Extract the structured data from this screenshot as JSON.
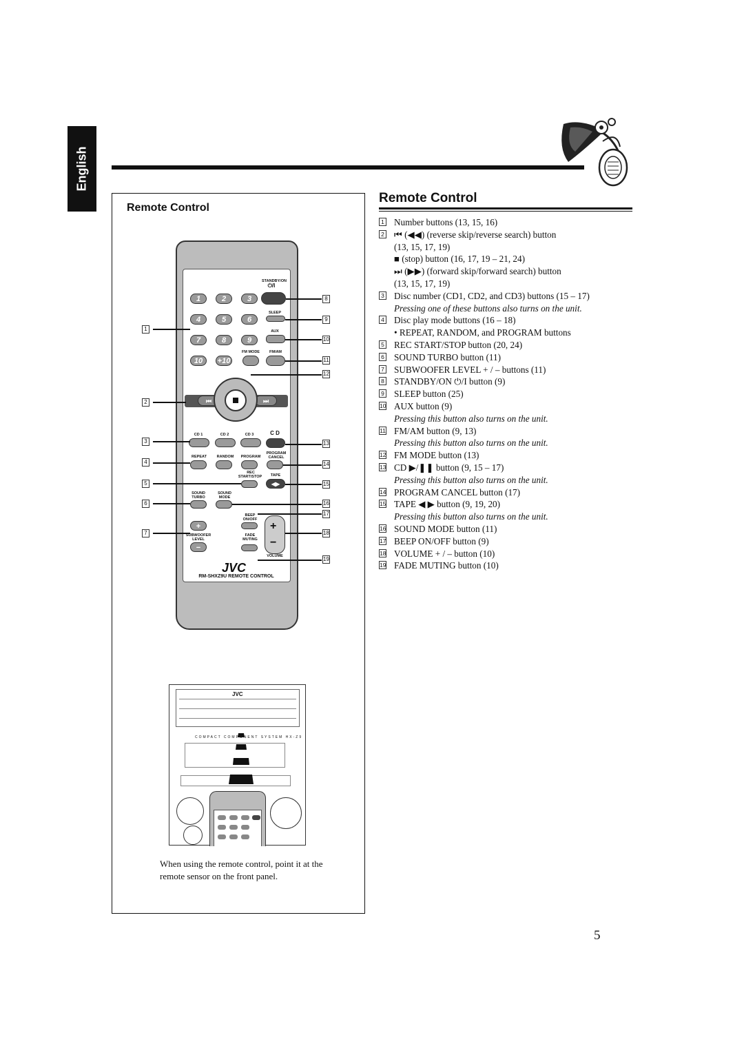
{
  "language_tab": "English",
  "left_panel": {
    "title": "Remote Control",
    "caption": "When using the remote control, point it at the remote sensor on the front panel."
  },
  "remote": {
    "standby_label": "STANDBY/ON",
    "standby_symbol": "⏻/I",
    "sleep_label": "SLEEP",
    "aux_label": "AUX",
    "fm_mode_label": "FM MODE",
    "fm_am_label": "FM/AM",
    "digits": [
      "1",
      "2",
      "3",
      "4",
      "5",
      "6",
      "7",
      "8",
      "9",
      "10",
      "+10"
    ],
    "cd1": "CD 1",
    "cd2": "CD 2",
    "cd3": "CD 3",
    "cd": "C D",
    "repeat": "REPEAT",
    "random": "RANDOM",
    "program": "PROGRAM",
    "program_cancel": "PROGRAM CANCEL",
    "rec": "REC",
    "start_stop": "START/STOP",
    "tape": "TAPE",
    "sound_turbo": "SOUND TURBO",
    "sound_mode": "SOUND MODE",
    "beep": "BEEP ON/OFF",
    "subwoofer_level": "SUBWOOFER LEVEL",
    "fade_muting": "FADE MUTING",
    "volume": "VOLUME",
    "brand": "JVC",
    "model": "RM-SHXZ9U REMOTE CONTROL",
    "callouts_left": [
      "1",
      "2",
      "3",
      "4",
      "5",
      "6",
      "7"
    ],
    "callouts_right": [
      "8",
      "9",
      "10",
      "11",
      "12",
      "13",
      "14",
      "15",
      "16",
      "17",
      "18",
      "19"
    ]
  },
  "unit": {
    "brand": "JVC",
    "system_text": "COMPACT COMPONENT SYSTEM HX-Z9"
  },
  "section": {
    "title": "Remote Control",
    "items": [
      {
        "num": "1",
        "text": "Number buttons (13, 15, 16)"
      },
      {
        "num": "2",
        "text": "⏮ (◀◀) (reverse skip/reverse search) button"
      },
      {
        "num": "",
        "text": "(13, 15, 17, 19)"
      },
      {
        "num": "",
        "text": "■ (stop) button (16, 17, 19 – 21, 24)"
      },
      {
        "num": "",
        "text": "⏭ (▶▶) (forward skip/forward search) button"
      },
      {
        "num": "",
        "text": "(13, 15, 17, 19)"
      },
      {
        "num": "3",
        "text": "Disc number (CD1, CD2, and CD3) buttons (15 – 17)"
      },
      {
        "num": "",
        "text": "Pressing one of these buttons also turns on the unit.",
        "note": true
      },
      {
        "num": "4",
        "text": "Disc play mode buttons (16 – 18)"
      },
      {
        "num": "",
        "text": "• REPEAT, RANDOM, and PROGRAM buttons"
      },
      {
        "num": "5",
        "text": "REC START/STOP button (20, 24)"
      },
      {
        "num": "6",
        "text": "SOUND TURBO button (11)"
      },
      {
        "num": "7",
        "text": "SUBWOOFER LEVEL + / – buttons (11)"
      },
      {
        "num": "8",
        "text": "STANDBY/ON ⏻/I button (9)"
      },
      {
        "num": "9",
        "text": "SLEEP button (25)"
      },
      {
        "num": "10",
        "text": "AUX button (9)"
      },
      {
        "num": "",
        "text": "Pressing this button also turns on the unit.",
        "note": true
      },
      {
        "num": "11",
        "text": "FM/AM button (9, 13)"
      },
      {
        "num": "",
        "text": "Pressing this button also turns on the unit.",
        "note": true
      },
      {
        "num": "12",
        "text": "FM MODE button (13)"
      },
      {
        "num": "13",
        "text": "CD ▶/❚❚ button (9, 15 – 17)"
      },
      {
        "num": "",
        "text": "Pressing this button also turns on the unit.",
        "note": true
      },
      {
        "num": "14",
        "text": "PROGRAM CANCEL button (17)"
      },
      {
        "num": "15",
        "text": "TAPE ◀ ▶ button (9, 19, 20)"
      },
      {
        "num": "",
        "text": "Pressing this button also turns on the unit.",
        "note": true
      },
      {
        "num": "16",
        "text": "SOUND MODE button (11)"
      },
      {
        "num": "17",
        "text": "BEEP ON/OFF button (9)"
      },
      {
        "num": "18",
        "text": "VOLUME + / – button (10)"
      },
      {
        "num": "19",
        "text": "FADE MUTING button (10)"
      }
    ]
  },
  "page_number": "5"
}
